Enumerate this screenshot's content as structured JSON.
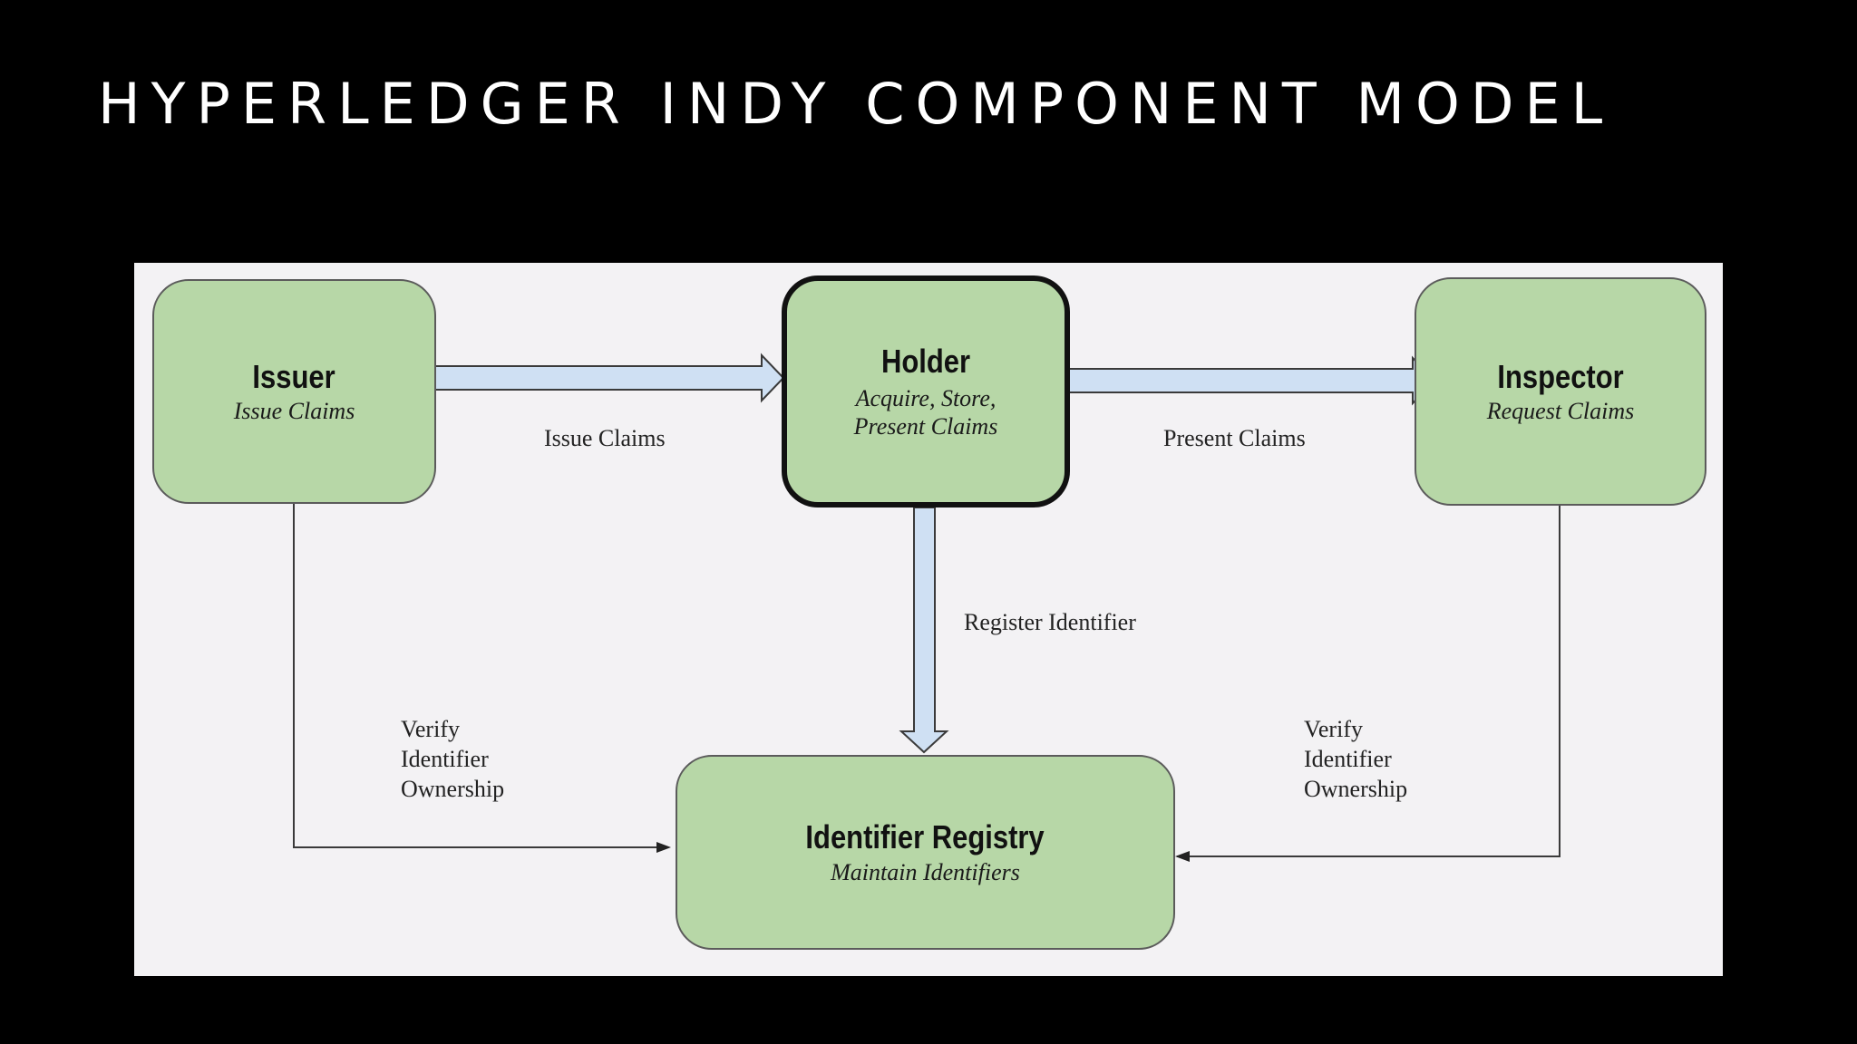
{
  "title": "HYPERLEDGER INDY COMPONENT MODEL",
  "colors": {
    "background": "#000000",
    "panel": "#f3f2f4",
    "node_fill": "#b7d7a7",
    "arrow_fill": "#cfe0f3",
    "line": "#3a3a3a"
  },
  "nodes": {
    "issuer": {
      "title": "Issuer",
      "subtitle": "Issue Claims"
    },
    "holder": {
      "title": "Holder",
      "subtitle": "Acquire, Store,\nPresent Claims"
    },
    "inspector": {
      "title": "Inspector",
      "subtitle": "Request Claims"
    },
    "registry": {
      "title": "Identifier Registry",
      "subtitle": "Maintain Identifiers"
    }
  },
  "edges": {
    "issue_claims": "Issue Claims",
    "present_claims": "Present Claims",
    "register_identifier": "Register Identifier",
    "verify_left": "Verify\nIdentifier\nOwnership",
    "verify_right": "Verify\nIdentifier\nOwnership"
  }
}
